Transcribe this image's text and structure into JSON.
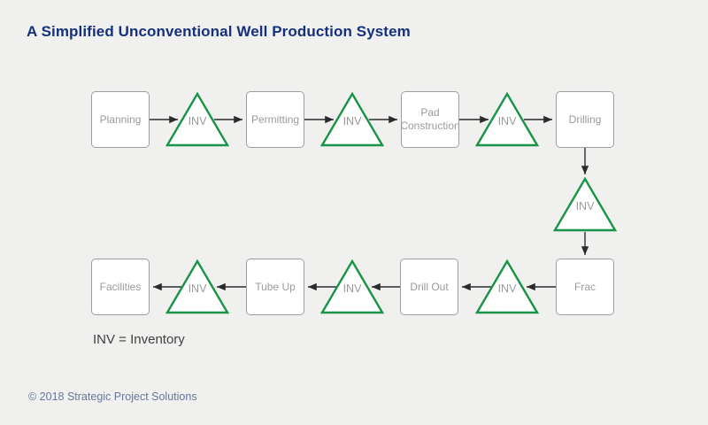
{
  "title": "A Simplified Unconventional Well Production System",
  "legend": "INV = Inventory",
  "footer": "© 2018 Strategic Project Solutions",
  "colors": {
    "background": "#f0f0ee",
    "title_text": "#15317d",
    "triangle_stroke": "#179447",
    "box_border": "#9e9e9e",
    "box_text": "#9b9b9b",
    "arrow": "#2b2b2b",
    "legend_text": "#3f3f3f",
    "footer_text": "#67779d"
  },
  "diagram": {
    "inventory_label": "INV",
    "nodes": [
      {
        "id": "planning",
        "label": "Planning"
      },
      {
        "id": "permitting",
        "label": "Permitting"
      },
      {
        "id": "pad-construction",
        "label": "Pad Construction"
      },
      {
        "id": "drilling",
        "label": "Drilling"
      },
      {
        "id": "frac",
        "label": "Frac"
      },
      {
        "id": "drill-out",
        "label": "Drill Out"
      },
      {
        "id": "tube-up",
        "label": "Tube Up"
      },
      {
        "id": "facilities",
        "label": "Facilities"
      }
    ],
    "sequence": [
      "Planning",
      "INV",
      "Permitting",
      "INV",
      "Pad Construction",
      "INV",
      "Drilling",
      "INV",
      "Frac",
      "INV",
      "Drill Out",
      "INV",
      "Tube Up",
      "INV",
      "Facilities"
    ]
  }
}
